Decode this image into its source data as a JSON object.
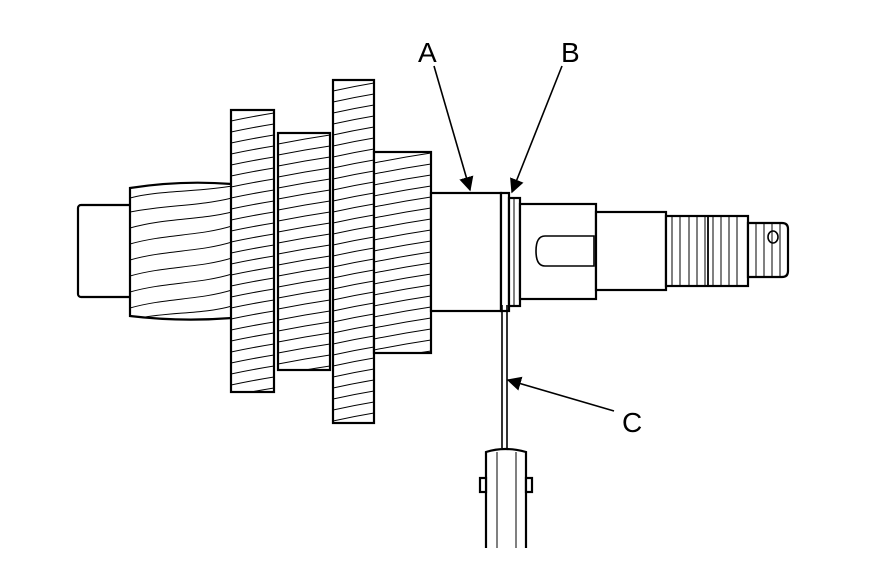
{
  "diagram": {
    "labels": {
      "a": "A",
      "b": "B",
      "c": "C"
    }
  }
}
